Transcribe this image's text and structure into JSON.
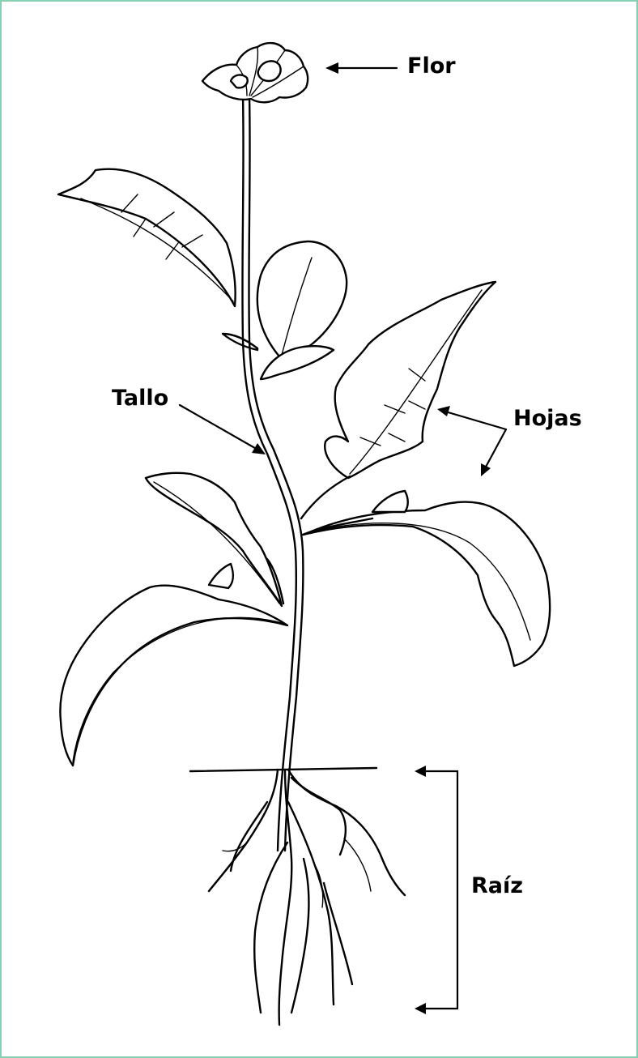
{
  "labels": {
    "flower": "Flor",
    "stem": "Tallo",
    "leaves": "Hojas",
    "root": "Raíz"
  },
  "colors": {
    "border": "#86cfb2",
    "ink": "#000000",
    "background": "#ffffff"
  }
}
